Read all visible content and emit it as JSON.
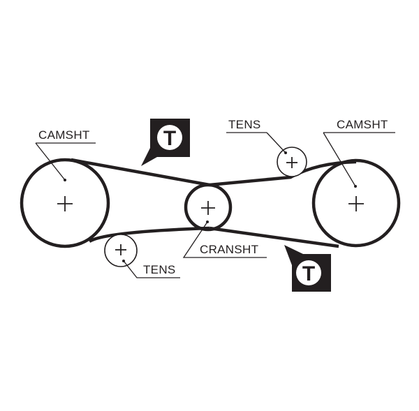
{
  "labels": {
    "camshaft_left": "CAMSHT",
    "camshaft_right": "CAMSHT",
    "tensioner_top": "TENS",
    "tensioner_bottom": "TENS",
    "crankshaft": "CRANSHT"
  },
  "tension_marker": {
    "letter": "T",
    "count": 2
  },
  "colors": {
    "ink": "#231f20",
    "background": "#ffffff"
  }
}
